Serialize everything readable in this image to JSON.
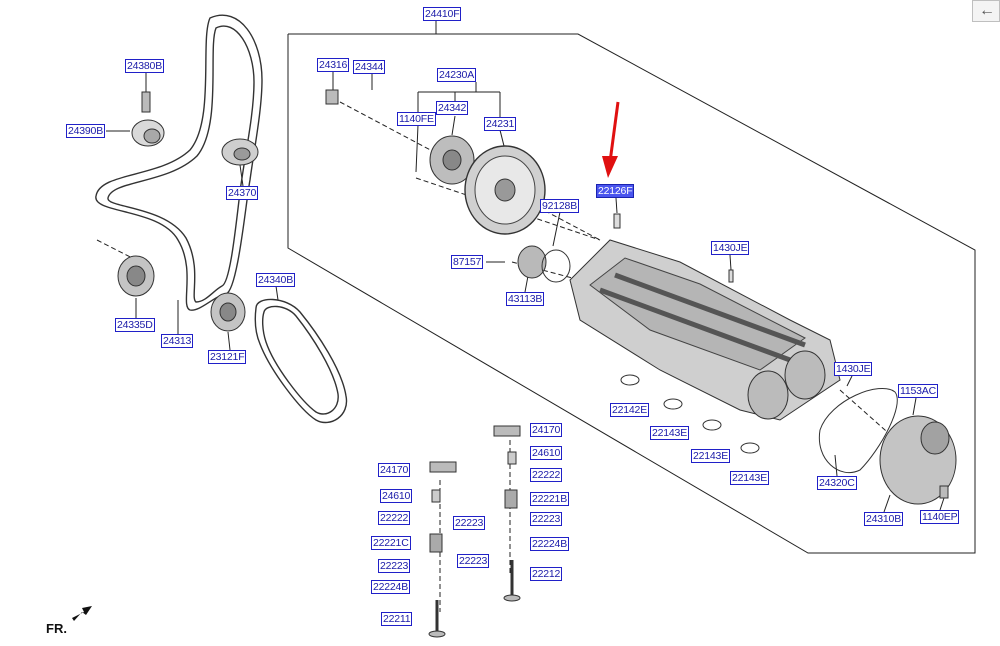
{
  "nav": {
    "back_icon": "←"
  },
  "orientation_label": "FR.",
  "parts": [
    {
      "id": "24410F"
    },
    {
      "id": "24380B"
    },
    {
      "id": "24390B"
    },
    {
      "id": "24370"
    },
    {
      "id": "24335D"
    },
    {
      "id": "24313"
    },
    {
      "id": "23121F"
    },
    {
      "id": "24340B"
    },
    {
      "id": "24316"
    },
    {
      "id": "24344"
    },
    {
      "id": "24230A"
    },
    {
      "id": "24342"
    },
    {
      "id": "1140FE"
    },
    {
      "id": "24231"
    },
    {
      "id": "22126F",
      "selected": true
    },
    {
      "id": "92128B"
    },
    {
      "id": "1430JE"
    },
    {
      "id": "87157"
    },
    {
      "id": "43113B"
    },
    {
      "id": "1430JE"
    },
    {
      "id": "1153AC"
    },
    {
      "id": "22142E"
    },
    {
      "id": "22143E"
    },
    {
      "id": "22143E"
    },
    {
      "id": "22143E"
    },
    {
      "id": "24320C"
    },
    {
      "id": "24310B"
    },
    {
      "id": "1140EP"
    },
    {
      "id": "24170"
    },
    {
      "id": "24610"
    },
    {
      "id": "22222"
    },
    {
      "id": "22221B"
    },
    {
      "id": "22223"
    },
    {
      "id": "22224B"
    },
    {
      "id": "22212"
    },
    {
      "id": "24170"
    },
    {
      "id": "24610"
    },
    {
      "id": "22222"
    },
    {
      "id": "22221C"
    },
    {
      "id": "22223"
    },
    {
      "id": "22223"
    },
    {
      "id": "22224B"
    },
    {
      "id": "22211"
    }
  ],
  "colors": {
    "label_border": "#2020c8",
    "label_text": "#1a1aa8",
    "selected_fill": "#4a55ee",
    "pointer_arrow": "#e01010"
  }
}
